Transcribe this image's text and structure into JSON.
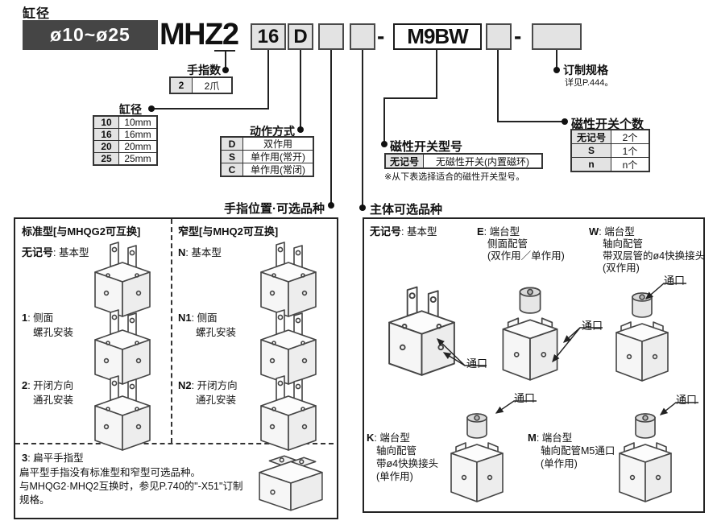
{
  "page_title": "缸径",
  "banner": "ø10~ø25",
  "order_code": {
    "model": "MHZ",
    "fingers_digit": "2",
    "dash": "-",
    "bore": "16",
    "action": "D",
    "switch": "M9BW"
  },
  "callouts": {
    "finger_count": {
      "label": "手指数",
      "code": "2",
      "value": "2爪"
    },
    "bore": {
      "label": "缸径",
      "rows": [
        [
          "10",
          "10mm"
        ],
        [
          "16",
          "16mm"
        ],
        [
          "20",
          "20mm"
        ],
        [
          "25",
          "25mm"
        ]
      ]
    },
    "action": {
      "label": "动作方式",
      "rows": [
        [
          "D",
          "双作用"
        ],
        [
          "S",
          "单作用(常开)"
        ],
        [
          "C",
          "单作用(常闭)"
        ]
      ]
    },
    "switch_model": {
      "label": "磁性开关型号",
      "code": "无记号",
      "value": "无磁性开关(内置磁环)",
      "note": "※从下表选择适合的磁性开关型号。"
    },
    "switch_qty": {
      "label": "磁性开关个数",
      "rows": [
        [
          "无记号",
          "2个"
        ],
        [
          "S",
          "1个"
        ],
        [
          "n",
          "n个"
        ]
      ]
    },
    "made_to_order": {
      "label": "订制规格",
      "note": "详见P.444。"
    }
  },
  "finger_position": {
    "title": "手指位置·可选品种",
    "standard_header": "标准型[与MHQG2可互换]",
    "narrow_header": "窄型[与MHQ2可互换]",
    "items": [
      {
        "code": "无记号",
        "rest": ": 基本型",
        "line2": ""
      },
      {
        "code": "N",
        "rest": ": 基本型",
        "line2": ""
      },
      {
        "code": "1",
        "rest": ": 侧面",
        "line2": "螺孔安装"
      },
      {
        "code": "N1",
        "rest": ": 侧面",
        "line2": "螺孔安装"
      },
      {
        "code": "2",
        "rest": ": 开闭方向",
        "line2": "通孔安装"
      },
      {
        "code": "N2",
        "rest": ": 开闭方向",
        "line2": "通孔安装"
      }
    ],
    "flat": {
      "code": "3",
      "rest": ": 扁平手指型",
      "note1": "扁平型手指没有标准型和窄型可选品种。",
      "note2": "与MHQG2·MHQ2互换时，参见P.740的\"-X51\"订制",
      "note3": "规格。"
    }
  },
  "body_option": {
    "title": "主体可选品种",
    "port_label": "通口",
    "items": [
      {
        "code": "无记号",
        "rest": ": 基本型",
        "l1": "",
        "l2": "",
        "l3": ""
      },
      {
        "code": "E",
        "rest": ": 端台型",
        "l1": "侧面配管",
        "l2": "(双作用／单作用)",
        "l3": ""
      },
      {
        "code": "W",
        "rest": ": 端台型",
        "l1": "轴向配管",
        "l2": "带双层管的ø4快换接头",
        "l3": "(双作用)"
      },
      {
        "code": "K",
        "rest": ": 端台型",
        "l1": "轴向配管",
        "l2": "带ø4快换接头",
        "l3": "(单作用)"
      },
      {
        "code": "M",
        "rest": ": 端台型",
        "l1": "轴向配管M5通口",
        "l2": "(单作用)",
        "l3": ""
      }
    ]
  }
}
